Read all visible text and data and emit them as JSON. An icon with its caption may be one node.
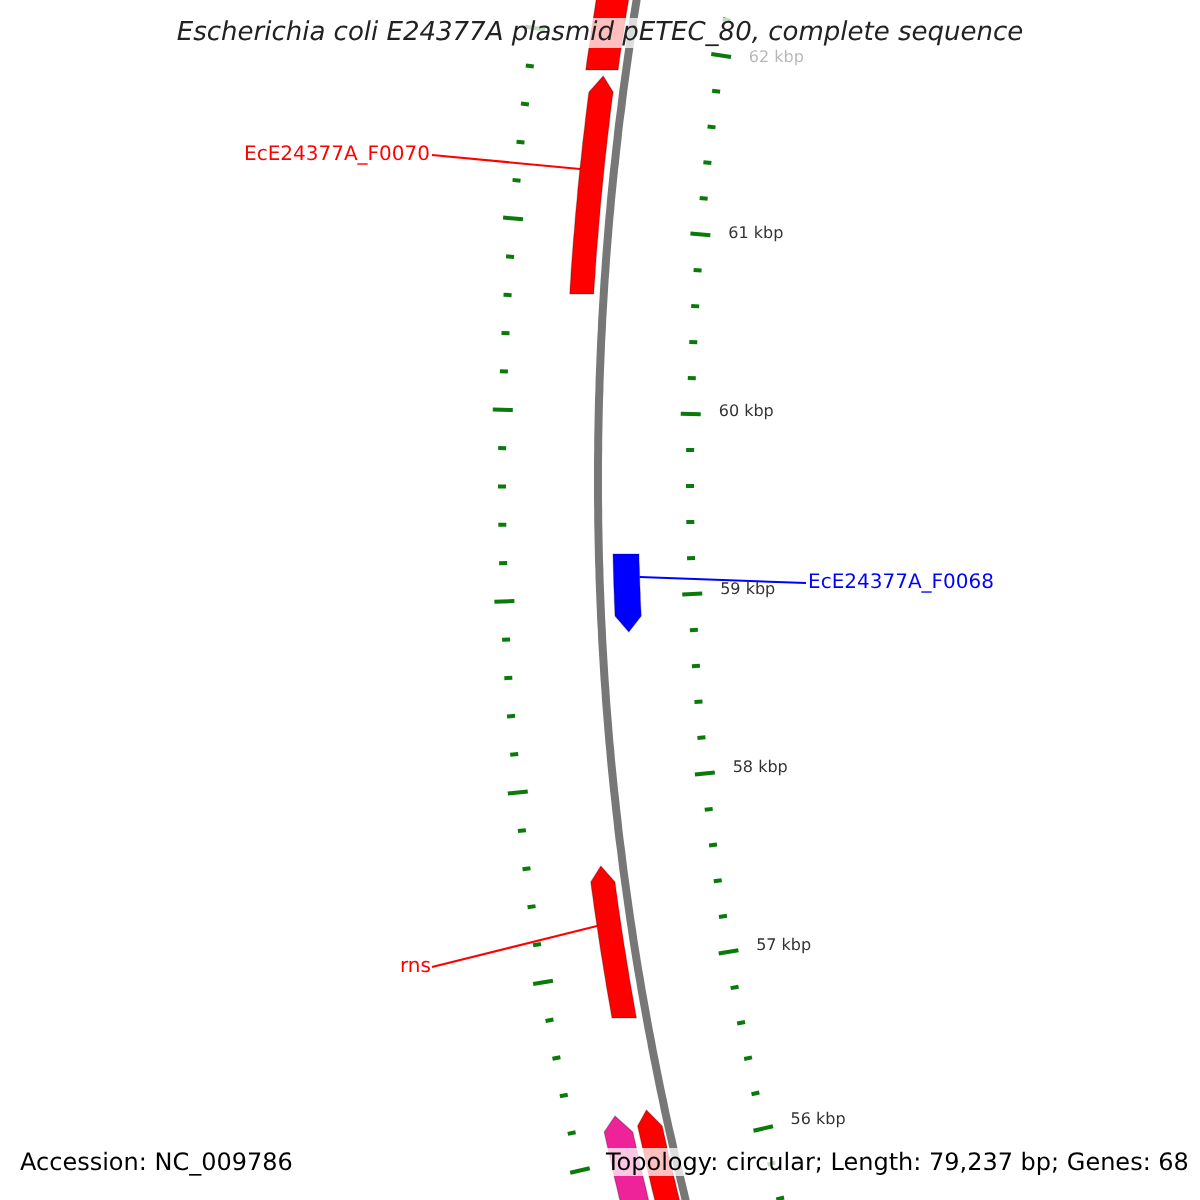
{
  "diagram": {
    "title": "Escherichia coli E24377A plasmid pETEC_80, complete sequence",
    "nodes": [
      {
        "text": [
          "EcE24377A_F0070"
        ]
      },
      {
        "text": [],
        "shape": "arrow"
      },
      {
        "text": [
          "EcE24377A_F0068"
        ]
      },
      {
        "text": [],
        "shape": "arrow"
      },
      {
        "text": [
          "rns"
        ]
      },
      {
        "text": [],
        "shape": "arrow"
      }
    ],
    "edges": [
      {
        "from": 0,
        "to": 1,
        "arrow": "none"
      },
      {
        "from": 2,
        "to": 3,
        "arrow": "none",
        "color": "#0000ff"
      },
      {
        "from": 4,
        "to": 5,
        "arrow": "none"
      }
    ],
    "labels": [
      "62 kbp",
      "61 kbp",
      "60 kbp",
      "59 kbp",
      "58 kbp",
      "57 kbp",
      "56 kbp",
      "Accession: NC_009786",
      "Topology: circular; Length: 79,237 bp; Genes: 68"
    ]
  }
}
